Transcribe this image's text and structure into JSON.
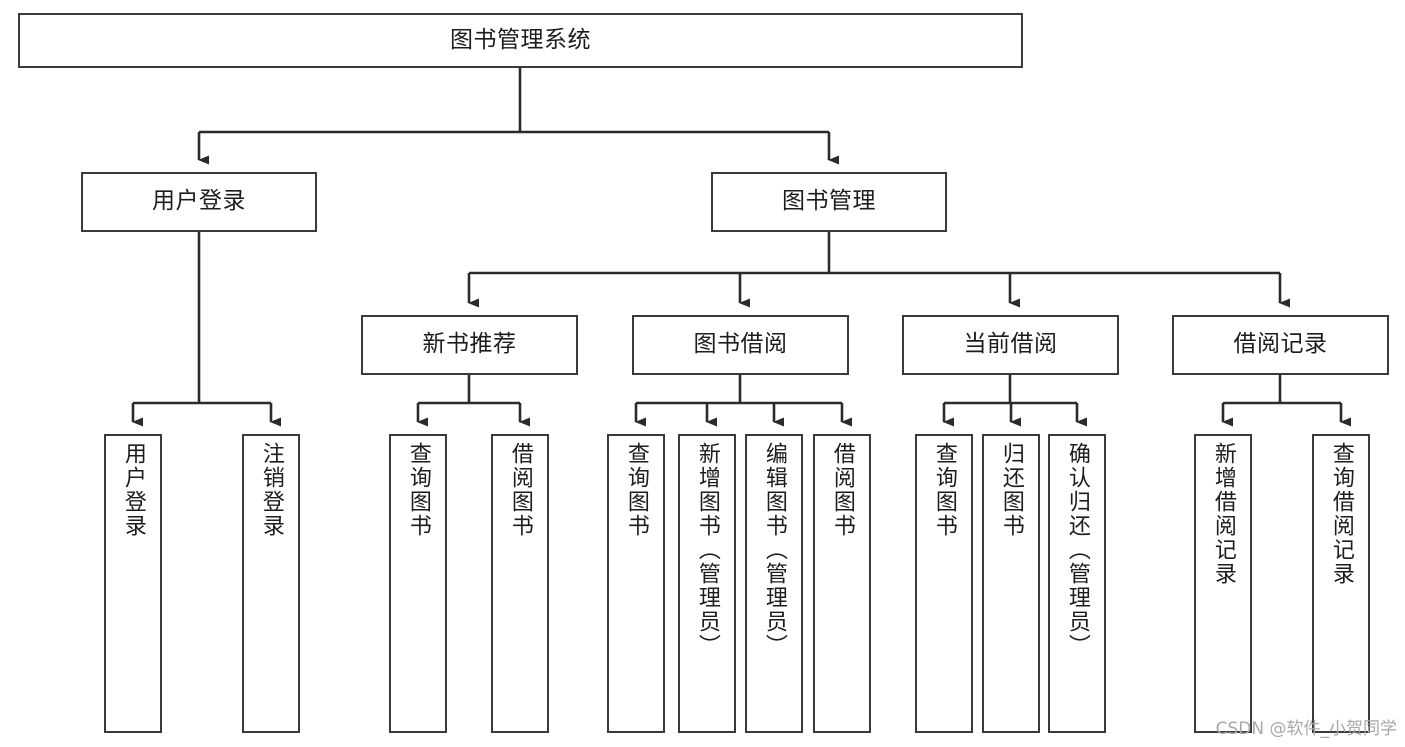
{
  "diagram": {
    "title": "图书管理系统",
    "watermark": "CSDN @软件_小贺同学",
    "type": "tree-hierarchy",
    "orientation": "top-down",
    "accent_color": "#3a3a3a",
    "background_color": "#ffffff",
    "root": {
      "id": "root",
      "label": "图书管理系统",
      "level": 1
    },
    "level2": [
      {
        "id": "user-login",
        "label": "用户登录",
        "level": 2
      },
      {
        "id": "book-manage",
        "label": "图书管理",
        "level": 2
      }
    ],
    "level3": [
      {
        "id": "new-book-rec",
        "label": "新书推荐",
        "level": 3,
        "parent": "book-manage"
      },
      {
        "id": "book-borrow",
        "label": "图书借阅",
        "level": 3,
        "parent": "book-manage"
      },
      {
        "id": "current-borrow",
        "label": "当前借阅",
        "level": 3,
        "parent": "book-manage"
      },
      {
        "id": "borrow-record",
        "label": "借阅记录",
        "level": 3,
        "parent": "book-manage"
      }
    ],
    "leaves": [
      {
        "id": "leaf-user-login",
        "label": "用户登录",
        "parent": "user-login"
      },
      {
        "id": "leaf-logout",
        "label": "注销登录",
        "parent": "user-login"
      },
      {
        "id": "leaf-query-book-rec",
        "label": "查询图书",
        "parent": "new-book-rec"
      },
      {
        "id": "leaf-borrow-book-rec",
        "label": "借阅图书",
        "parent": "new-book-rec"
      },
      {
        "id": "leaf-query-book-borrow",
        "label": "查询图书",
        "parent": "book-borrow"
      },
      {
        "id": "leaf-add-book",
        "label": "新增图书（管理员）",
        "parent": "book-borrow"
      },
      {
        "id": "leaf-edit-book",
        "label": "编辑图书（管理员）",
        "parent": "book-borrow"
      },
      {
        "id": "leaf-borrow-book",
        "label": "借阅图书",
        "parent": "book-borrow"
      },
      {
        "id": "leaf-query-book-current",
        "label": "查询图书",
        "parent": "current-borrow"
      },
      {
        "id": "leaf-return-book",
        "label": "归还图书",
        "parent": "current-borrow"
      },
      {
        "id": "leaf-confirm-return",
        "label": "确认归还（管理员）",
        "parent": "current-borrow"
      },
      {
        "id": "leaf-add-record",
        "label": "新增借阅记录",
        "parent": "borrow-record"
      },
      {
        "id": "leaf-query-record",
        "label": "查询借阅记录",
        "parent": "borrow-record"
      }
    ]
  }
}
